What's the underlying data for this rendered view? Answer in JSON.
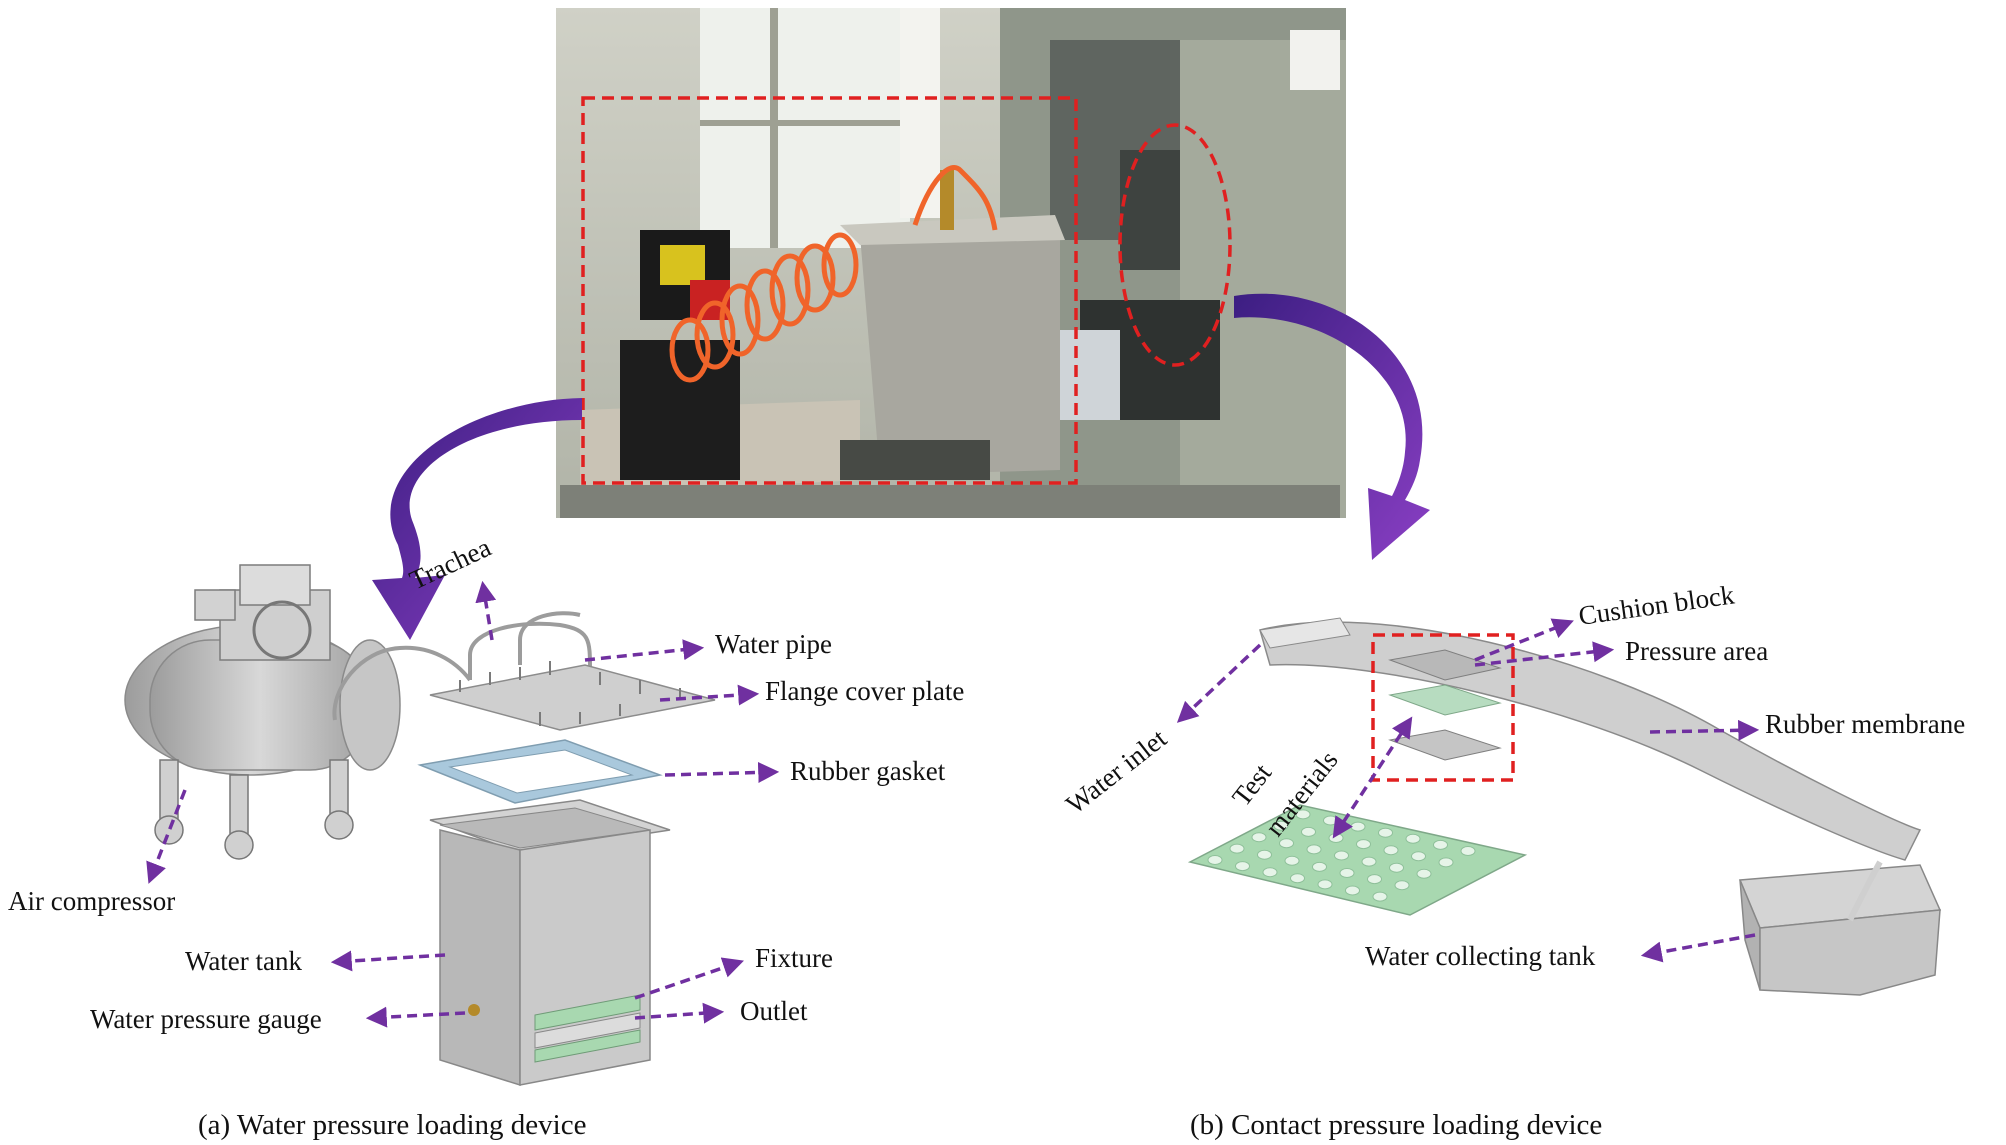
{
  "colors": {
    "arrow_purple": "#7030a0",
    "highlight_red": "#e02020",
    "curved_arrow": "#5b2b9b",
    "metal": "#b9b9b9",
    "green_panel": "#a8d8b0",
    "gasket_blue": "#a9c8dc"
  },
  "labels": {
    "trachea": "Trachea",
    "water_pipe": "Water pipe",
    "flange_cover_plate": "Flange cover plate",
    "rubber_gasket": "Rubber gasket",
    "air_compressor": "Air compressor",
    "water_tank": "Water tank",
    "water_pressure_gauge": "Water pressure gauge",
    "fixture": "Fixture",
    "outlet": "Outlet",
    "cushion_block": "Cushion block",
    "pressure_area": "Pressure area",
    "rubber_membrane": "Rubber membrane",
    "water_inlet": "Water inlet",
    "test_materials_line1": "Test",
    "test_materials_line2": "materials",
    "water_collecting_tank": "Water collecting tank"
  },
  "captions": {
    "a": "(a) Water pressure loading device",
    "b": "(b) Contact pressure loading device"
  }
}
